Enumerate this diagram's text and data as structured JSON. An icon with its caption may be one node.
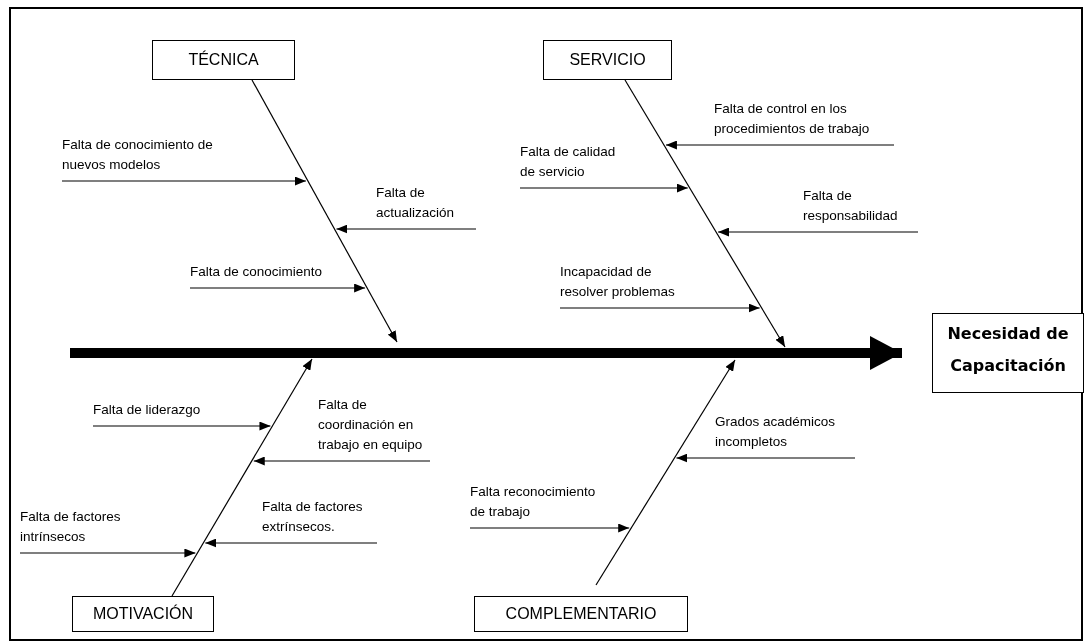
{
  "diagram": {
    "nodes": [
      {
        "text": [
          "TÉCNICA"
        ]
      },
      {
        "text": [
          "SERVICIO"
        ]
      },
      {
        "text": [
          "Falta de conocimiento de nuevos modelos"
        ]
      },
      {
        "text": [
          "Falta de actualización"
        ]
      },
      {
        "text": [
          "Falta de conocimiento"
        ]
      },
      {
        "text": [
          "Falta de control en los procedimientos de trabajo"
        ]
      },
      {
        "text": [
          "Falta de calidad de servicio"
        ]
      },
      {
        "text": [
          "Falta de responsabilidad"
        ]
      },
      {
        "text": [
          "Incapacidad de resolver problemas"
        ]
      },
      {
        "text": [
          "Necesidad de Capacitación"
        ]
      },
      {
        "text": [
          "Falta de liderazgo"
        ]
      },
      {
        "text": [
          "Falta de coordinación en trabajo en equipo"
        ]
      },
      {
        "text": [
          "Falta de factores intrínsecos"
        ]
      },
      {
        "text": [
          "Falta de factores extrínsecos."
        ]
      },
      {
        "text": [
          "Grados académicos incompletos"
        ]
      },
      {
        "text": [
          "Falta reconocimiento de trabajo"
        ]
      },
      {
        "text": [
          "MOTIVACIÓN"
        ]
      },
      {
        "text": [
          "COMPLEMENTARIO"
        ]
      }
    ],
    "edges": [
      {
        "from": 0,
        "to": null,
        "arrow": "to"
      },
      {
        "from": 1,
        "to": null,
        "arrow": "to"
      },
      {
        "from": 2,
        "to": null,
        "arrow": "to"
      },
      {
        "from": 3,
        "to": null,
        "arrow": "to"
      },
      {
        "from": 4,
        "to": null,
        "arrow": "to"
      },
      {
        "from": 5,
        "to": null,
        "arrow": "to"
      },
      {
        "from": 6,
        "to": null,
        "arrow": "to"
      },
      {
        "from": 7,
        "to": null,
        "arrow": "to"
      },
      {
        "from": 8,
        "to": null,
        "arrow": "to"
      },
      {
        "from": null,
        "to": 9,
        "arrow": "to",
        "style": "thick"
      },
      {
        "from": 10,
        "to": null,
        "arrow": "to"
      },
      {
        "from": 11,
        "to": null,
        "arrow": "to"
      },
      {
        "from": 12,
        "to": null,
        "arrow": "to"
      },
      {
        "from": 13,
        "to": null,
        "arrow": "to"
      },
      {
        "from": 14,
        "to": null,
        "arrow": "to"
      },
      {
        "from": 15,
        "to": null,
        "arrow": "to"
      },
      {
        "from": 16,
        "to": null,
        "arrow": "to"
      },
      {
        "from": 17,
        "to": null,
        "arrow": "to"
      }
    ]
  }
}
